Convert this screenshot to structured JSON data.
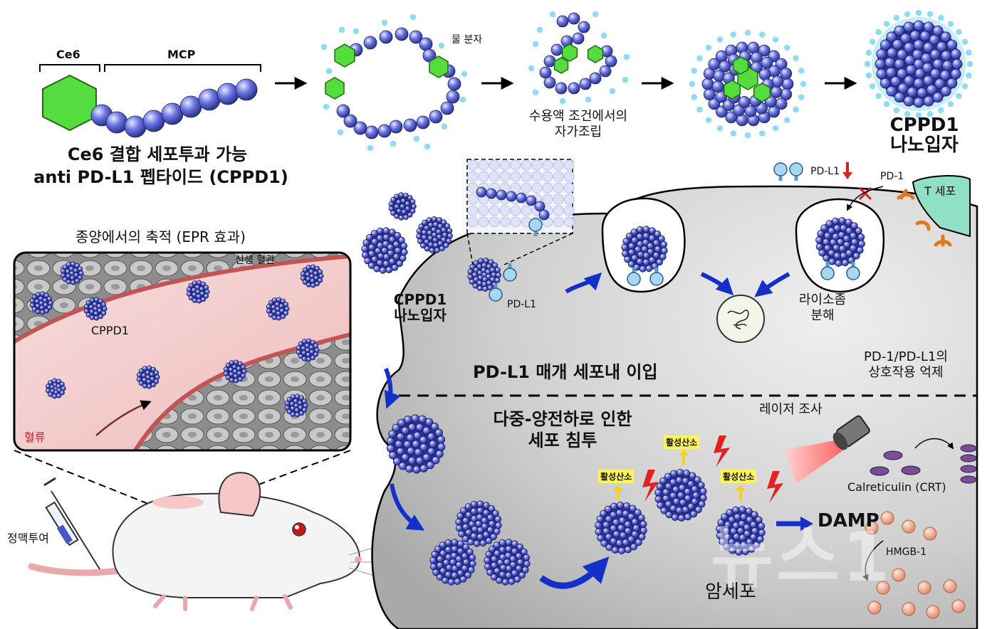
{
  "labels": {
    "ce6": "Ce6",
    "mcp": "MCP",
    "peptide_line1": "Ce6 결합 세포투과 가능",
    "peptide_line2": "anti PD-L1 펩타이드 (CPPD1)",
    "water": "물 분자",
    "self_assembly_line1": "수용액 조건에서의",
    "self_assembly_line2": "자가조립",
    "np_line1": "CPPD1",
    "np_line2": "나노입자",
    "epr_title": "종양에서의 축적 (EPR 효과)",
    "new_vessel": "신생 혈관",
    "cppd1": "CPPD1",
    "blood_flow": "혈류",
    "iv_injection": "정맥투여",
    "pdl1": "PD-L1",
    "pdl1_top": "PD-L1",
    "pd1": "PD-1",
    "t_cell": "T 세포",
    "lysosome_line1": "라이소좀",
    "lysosome_line2": "분해",
    "inhibition_line1": "PD-1/PD-L1의",
    "inhibition_line2": "상호작용 억제",
    "endocytosis": "PD-L1 매개 세포내 이입",
    "penetration_line1": "다중-양전하로 인한",
    "penetration_line2": "세포 침투",
    "laser": "레이저 조사",
    "ros": "활성산소",
    "calreticulin": "Calreticulin (CRT)",
    "damp": "DAMP",
    "hmgb1": "HMGB-1",
    "cancer_cell": "암세포",
    "watermark": "뉴스1"
  },
  "colors": {
    "bead": "#4b55c8",
    "bead_dark": "#1f2478",
    "ce6": "#4fd43b",
    "water": "#7fd6ef",
    "cell_gray": "#c8c8c8",
    "receptor": "#9fd0ef",
    "vessel": "#f2c9c9",
    "arrow_blue": "#1530c8",
    "laser": "#e53030",
    "hmgb1": "#f0a282",
    "crt": "#7a4ca0"
  }
}
